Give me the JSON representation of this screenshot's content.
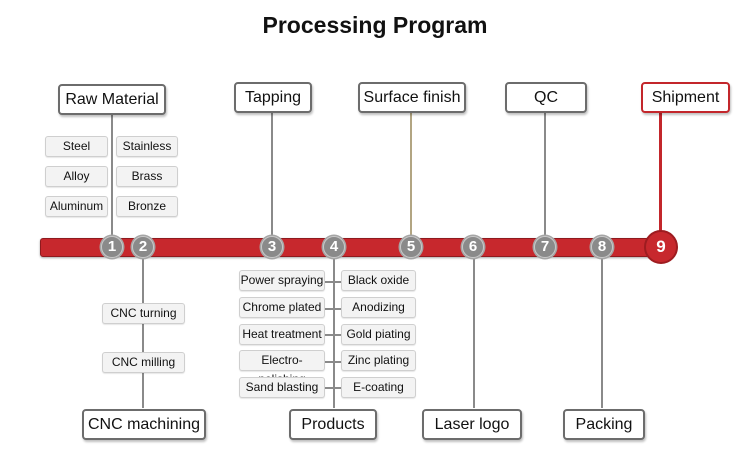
{
  "title": "Processing Program",
  "colors": {
    "timeline": "#c7282d",
    "node": "#8a8a8a",
    "connector": "#8a8a8a",
    "highlight": "#c3262b"
  },
  "steps": [
    {
      "number": "1",
      "label": "Raw Material"
    },
    {
      "number": "2",
      "label": "CNC machining"
    },
    {
      "number": "3",
      "label": "Tapping"
    },
    {
      "number": "4",
      "label": "Products"
    },
    {
      "number": "5",
      "label": "Surface finish"
    },
    {
      "number": "6",
      "label": "Laser logo"
    },
    {
      "number": "7",
      "label": "QC"
    },
    {
      "number": "8",
      "label": "Packing"
    },
    {
      "number": "9",
      "label": "Shipment"
    }
  ],
  "raw_materials": [
    "Steel",
    "Stainless",
    "Alloy",
    "Brass",
    "Aluminum",
    "Bronze"
  ],
  "cnc_processes": [
    "CNC turning",
    "CNC milling"
  ],
  "products_left": [
    "Power spraying",
    "Chrome plated",
    "Heat treatment",
    "Electro-polishing",
    "Sand blasting"
  ],
  "products_right": [
    "Black oxide",
    "Anodizing",
    "Gold piating",
    "Zinc plating",
    "E-coating"
  ]
}
